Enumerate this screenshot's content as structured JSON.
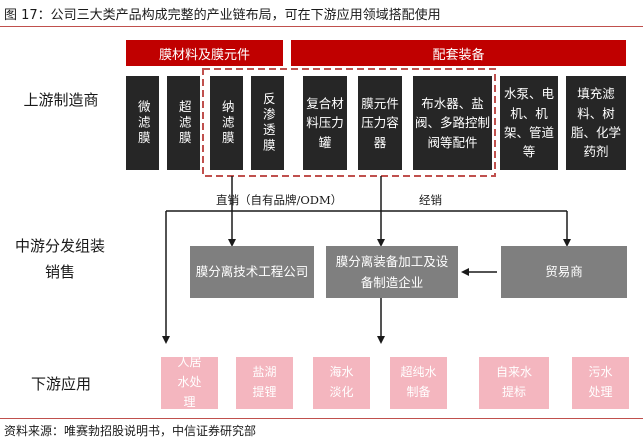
{
  "header": {
    "title": "图 17：公司三大类产品构成完整的产业链布局，可在下游应用领域搭配使用"
  },
  "categories": {
    "membrane": "膜材料及膜元件",
    "equipment": "配套装备"
  },
  "rows": {
    "upstream": "上游制造商",
    "midstream": "中游分发组装销售",
    "downstream": "下游应用"
  },
  "upstream_boxes": [
    "微滤膜",
    "超滤膜",
    "纳滤膜",
    "反渗透膜",
    "复合材料压力罐",
    "膜元件压力容器",
    "布水器、盐阀、多路控制阀等配件",
    "水泵、电机、机架、管道等",
    "填充滤料、树脂、化学药剂"
  ],
  "channels": {
    "direct": "直销（自有品牌/ODM）",
    "distribution": "经销"
  },
  "midstream_boxes": [
    "膜分离技术工程公司",
    "膜分离装备加工及设备制造企业",
    "贸易商"
  ],
  "downstream_boxes": [
    "人居水处理",
    "盐湖提锂",
    "海水淡化",
    "超纯水制备",
    "自来水提标",
    "污水处理"
  ],
  "footer": {
    "source": "资料来源：唯赛勃招股说明书，中信证券研究部"
  },
  "colors": {
    "accent_red": "#c00000",
    "dark_box": "#262626",
    "grey_box": "#7f7f7f",
    "pink_box": "#f4b6bf",
    "dashed_highlight": "#c0504d"
  }
}
